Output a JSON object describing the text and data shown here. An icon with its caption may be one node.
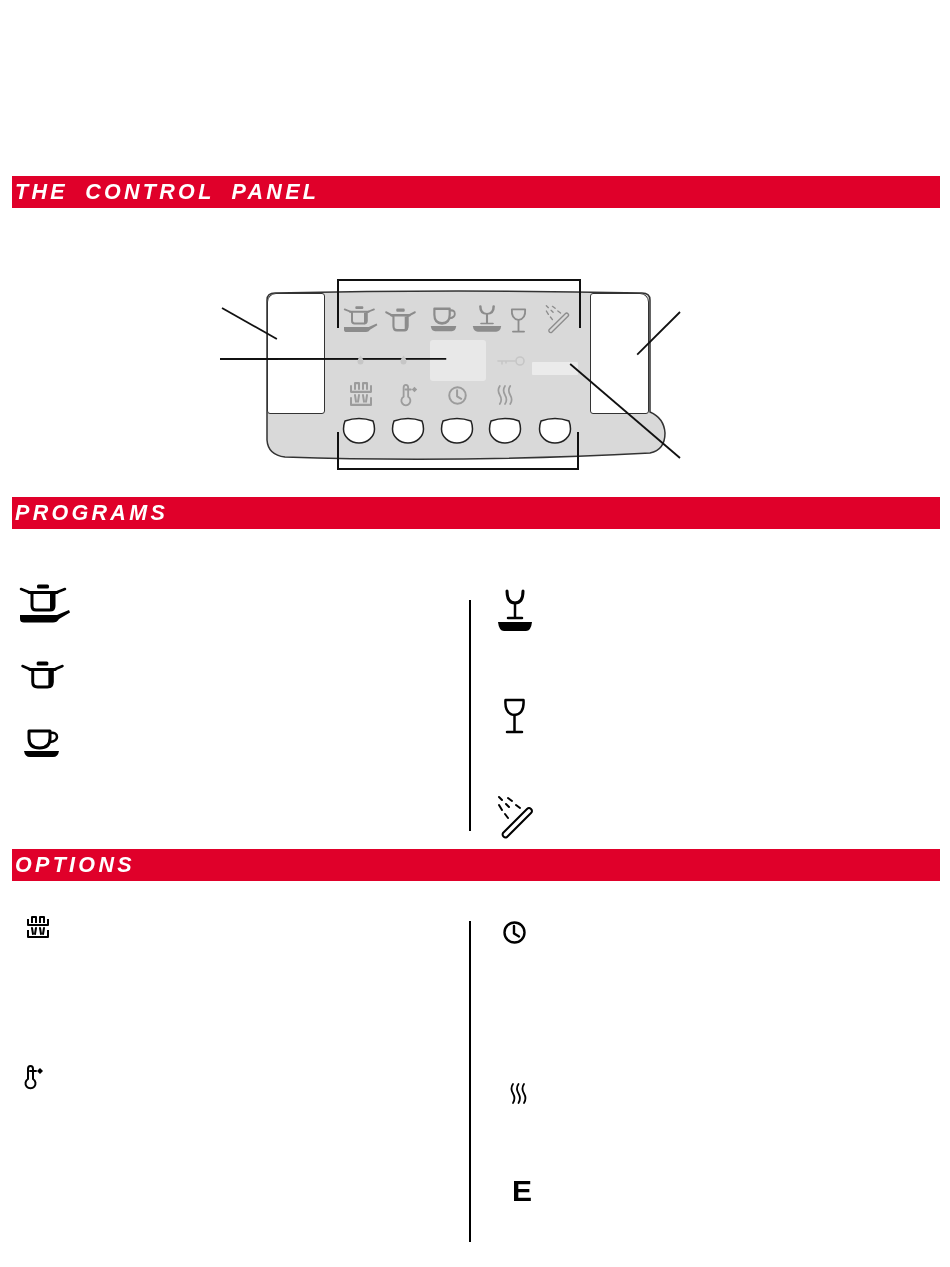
{
  "diagram": {
    "nodes": [
      {
        "text": [
          "THE CONTROL PANEL"
        ]
      },
      {
        "text": [],
        "shape": "box"
      },
      {
        "text": [],
        "shape": "box"
      },
      {
        "text": [],
        "shape": "box"
      },
      {
        "text": [],
        "shape": "box"
      },
      {
        "text": [
          "PROGRAMS"
        ]
      },
      {
        "text": [
          "OPTIONS"
        ]
      }
    ],
    "edges": [
      {
        "from": null,
        "to": 1,
        "arrow": "none"
      },
      {
        "from": null,
        "to": 2,
        "arrow": "none"
      },
      {
        "from": null,
        "to": 3,
        "arrow": "none"
      },
      {
        "from": null,
        "to": 4,
        "arrow": "none"
      }
    ],
    "labels": [
      "E"
    ]
  }
}
